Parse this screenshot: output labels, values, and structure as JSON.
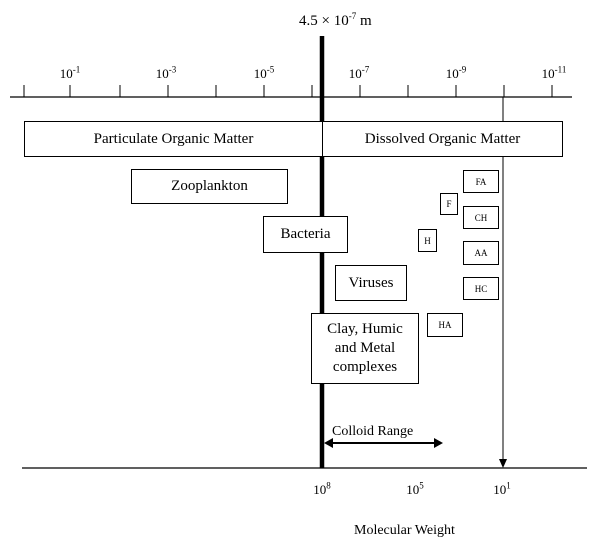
{
  "header": {
    "size_base": "4.5 × 10",
    "size_exp": "-7",
    "size_unit": " m"
  },
  "top_axis": {
    "ticks": [
      {
        "base": "10",
        "exp": "-1"
      },
      {
        "base": "10",
        "exp": "-3"
      },
      {
        "base": "10",
        "exp": "-5"
      },
      {
        "base": "10",
        "exp": "-7"
      },
      {
        "base": "10",
        "exp": "-9"
      },
      {
        "base": "10",
        "exp": "-11"
      }
    ]
  },
  "bottom_axis": {
    "ticks": [
      {
        "base": "10",
        "exp": "8"
      },
      {
        "base": "10",
        "exp": "5"
      },
      {
        "base": "10",
        "exp": "1"
      }
    ],
    "label": "Molecular Weight"
  },
  "bands": {
    "particulate": "Particulate Organic Matter",
    "dissolved": "Dissolved Organic Matter"
  },
  "boxes": {
    "zooplankton": "Zooplankton",
    "bacteria": "Bacteria",
    "viruses": "Viruses",
    "clay_line1": "Clay, Humic",
    "clay_line2": "and Metal",
    "clay_line3": "complexes",
    "fa": "FA",
    "f": "F",
    "ch": "CH",
    "h": "H",
    "aa": "AA",
    "hc": "HC",
    "ha": "HA"
  },
  "colloid_label": "Colloid Range"
}
